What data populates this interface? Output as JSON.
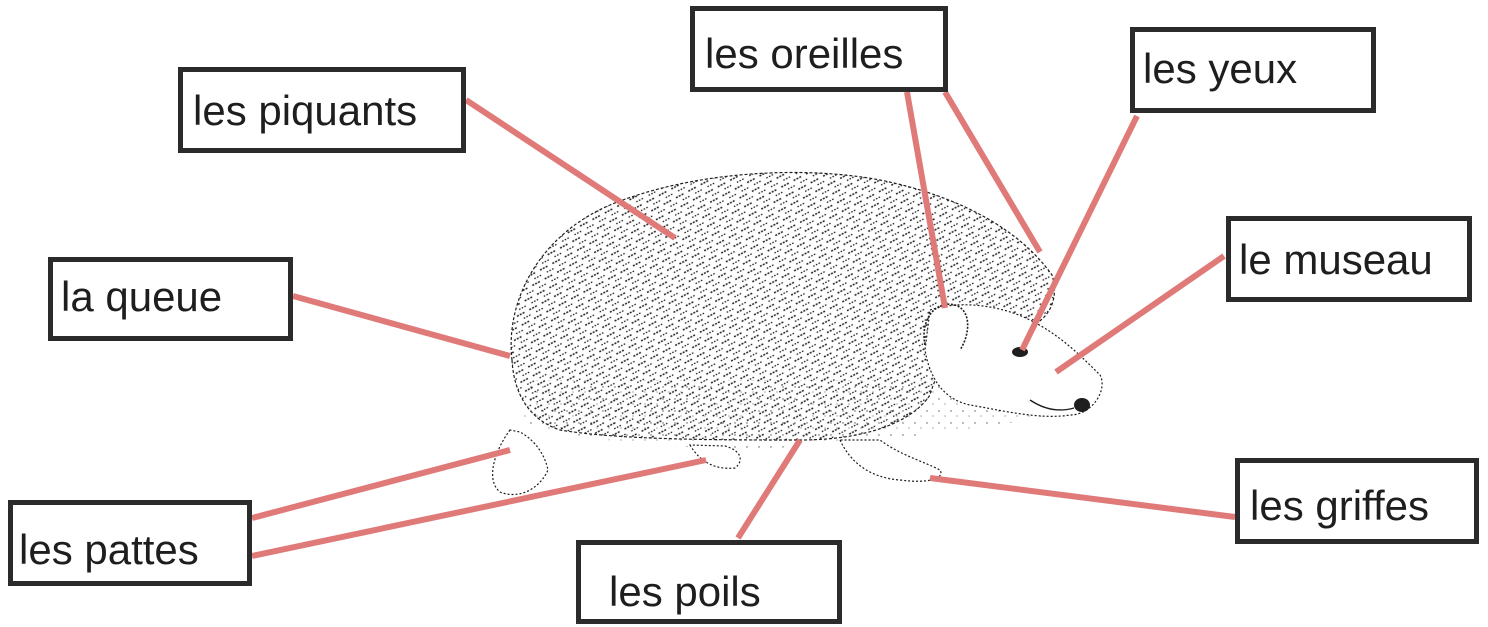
{
  "labels": {
    "piquants": "les piquants",
    "oreilles": "les oreilles",
    "yeux": "les yeux",
    "museau": "le museau",
    "queue": "la queue",
    "pattes": "les pattes",
    "poils": "les poils",
    "griffes": "les griffes"
  },
  "colors": {
    "leader_line": "#e07a78",
    "box_border": "#2b2b2b",
    "ink": "#1e1e1e"
  }
}
